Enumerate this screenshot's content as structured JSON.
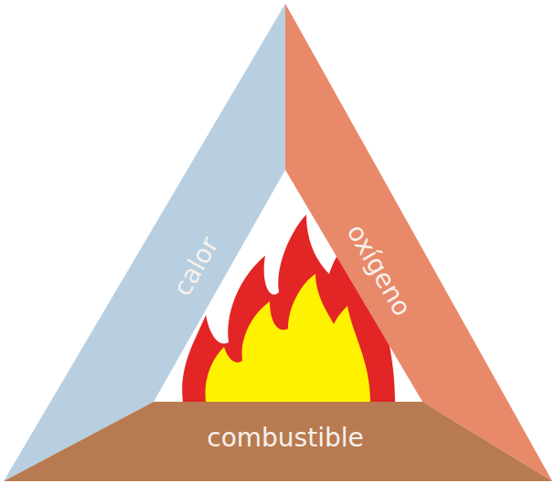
{
  "diagram": {
    "nodes": [
      {
        "text": [
          "calor"
        ]
      },
      {
        "text": [
          "oxígeno"
        ]
      },
      {
        "text": [
          "combustible"
        ]
      }
    ]
  }
}
